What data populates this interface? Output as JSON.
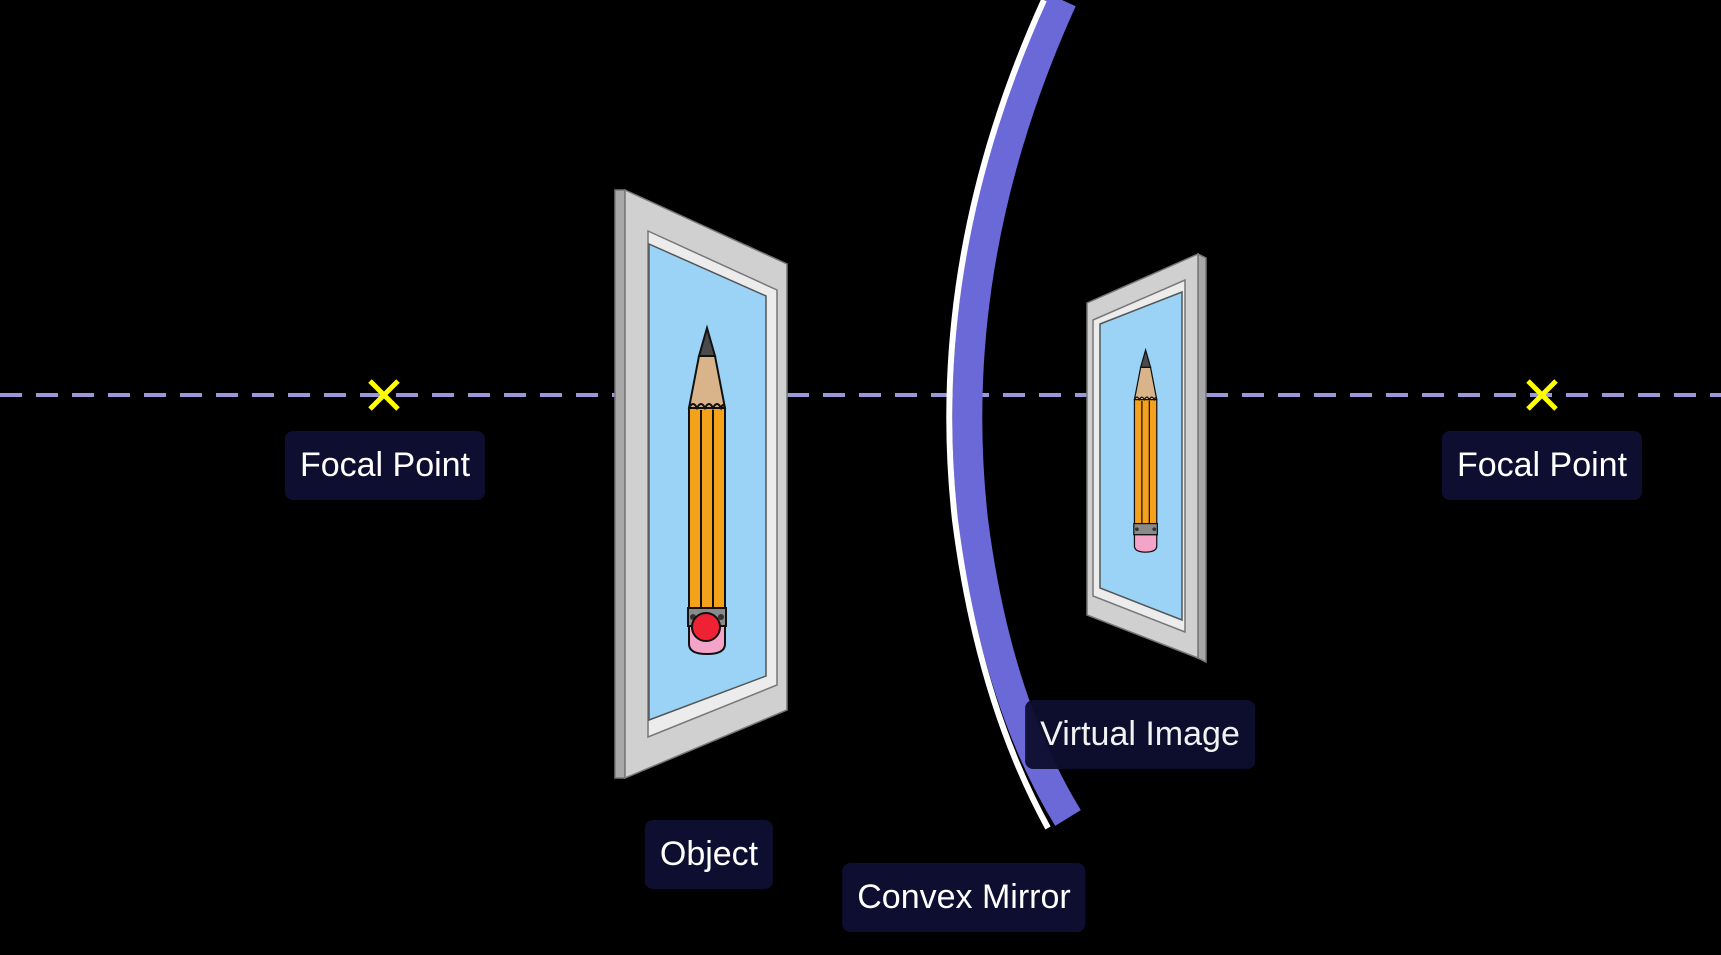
{
  "colors": {
    "background": "#000000",
    "axis": "#9a98d8",
    "focal_marker": "#ffff00",
    "mirror": "#6b68d8",
    "mirror_edge": "#ffffff",
    "frame": "#d0d0d0",
    "frame_inner": "#ececec",
    "canvas": "#9ad3f5",
    "pencil_body": "#f4a21c",
    "pencil_wood": "#d9b48a",
    "pencil_lead": "#4a4a4a",
    "ferrule": "#8a8a8a",
    "eraser": "#f4a4c8",
    "marker_dot": "#ee2233",
    "label_bg": "#0e0e30"
  },
  "labels": {
    "focal_left": "Focal Point",
    "focal_right": "Focal Point",
    "object": "Object",
    "virtual_image": "Virtual Image",
    "convex_mirror": "Convex Mirror"
  },
  "icons": {
    "focal_marker": "cross-icon",
    "object_subject": "pencil-icon",
    "image_subject": "pencil-icon"
  }
}
